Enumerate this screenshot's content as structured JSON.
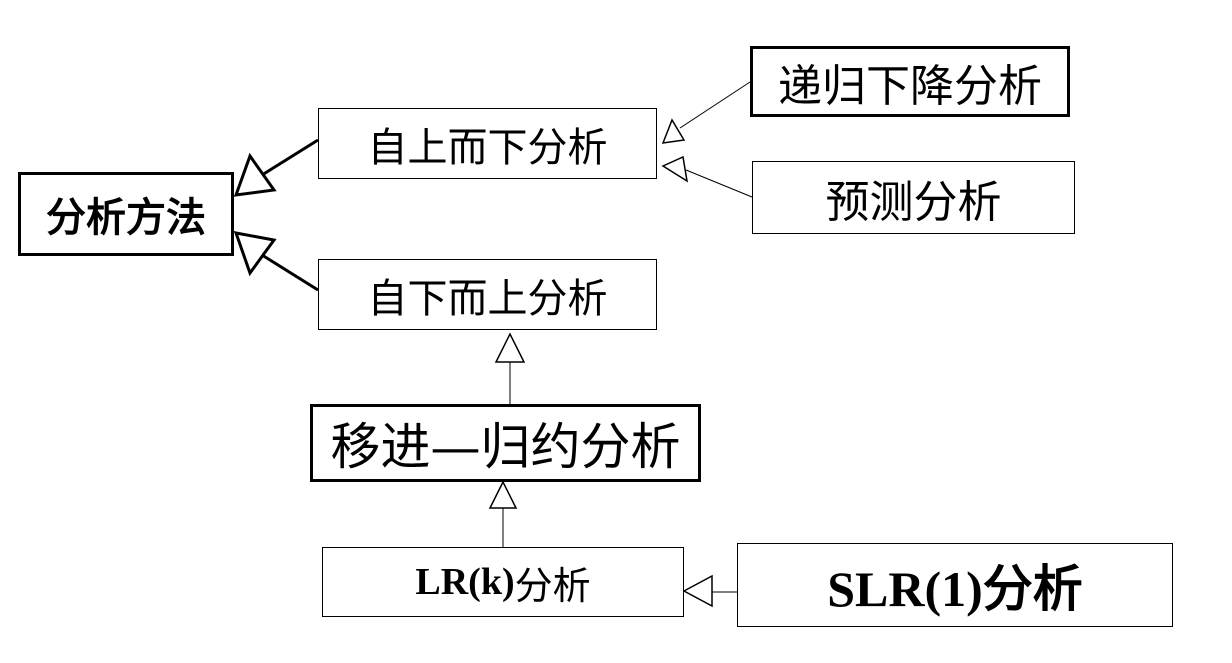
{
  "nodes": {
    "root": "分析方法",
    "top_down": "自上而下分析",
    "bottom_up": "自下而上分析",
    "recursive_descent": "递归下降分析",
    "predictive": "预测分析",
    "shift_reduce": "移进—归约分析",
    "lrk_latin": "LR(k)",
    "lrk_suffix": "分析",
    "slr1": "SLR(1)分析"
  }
}
